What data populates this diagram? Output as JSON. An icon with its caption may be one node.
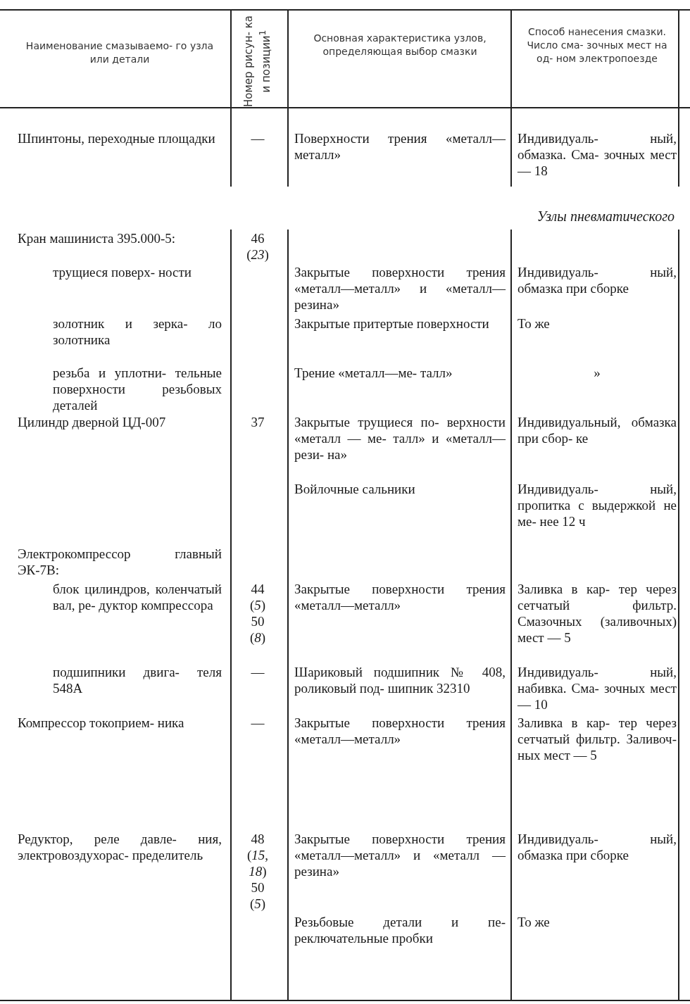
{
  "diagram": {
    "labels": [
      "Наименование смазываемо- го узла или детали",
      "Номер рисун- ка и позиции$^{1}$",
      "Основная характеристика узлов, определяющая выбор смазки",
      "Способ нанесения смазки. Число сма- зочных мест на од- ном электропоезде",
      "Шпинтоны, переходные площадки",
      "—",
      "Поверхности трения «металл—металл»",
      "Индивидуаль- ный, обмазка. Сма- зочных мест — 18",
      "Узлы пневматического",
      "Кран машиниста 395.000-5:",
      "46 (*23*)",
      "трущиеся поверх- ности",
      "Закрытые поверхности трения «металл—металл» и «металл—резина»",
      "Индивидуаль- ный, обмазка при сборке",
      "золотник и зерка- ло золотника",
      "Закрытые притертые поверхности",
      "То же",
      "резьба и уплотни- тельные поверхности резьбовых деталей",
      "Трение «металл—ме- талл»",
      "»",
      "Цилиндр дверной ЦД-007",
      "37",
      "Закрытые трущиеся по- верхности «металл — ме- талл» и «металл—рези- на»",
      "Индивидуальный, обмазка при сбор- ке",
      "Войлочные сальники",
      "Индивидуаль- ный, пропитка с выдержкой не ме- нее 12 ч",
      "Электрокомпрессор главный ЭК-7В:",
      "блок цилиндров, коленчатый вал, ре- дуктор компрессора",
      "44 (*5*) 50 (*8*)",
      "Закрытые поверхности трения «металл—металл»",
      "Заливка в кар- тер через сетчатый фильтр. Смазочных (заливочных) мест — 5",
      "подшипники двига- теля 548А",
      "—",
      "Шариковый подшипник № 408, роликовый под- шипник 32310",
      "Индивидуаль- ный, набивка. Сма- зочных мест — 10",
      "Компрессор токоприем- ника",
      "—",
      "Закрытые поверхности трения «металл—металл»",
      "Заливка в кар- тер через сетчатый фильтр. Заливоч- ных мест — 5",
      "Редуктор, реле давле- ния, электровоздухорас- пределитель",
      "48 (*15*, *18*) 50 (*5*)",
      "Закрытые поверхности трения «металл—металл» и «металл — резина»",
      "Индивидуаль- ный, обмазка при сборке",
      "Резьбовые детали и пе- реключательные пробки",
      "То же"
    ]
  }
}
